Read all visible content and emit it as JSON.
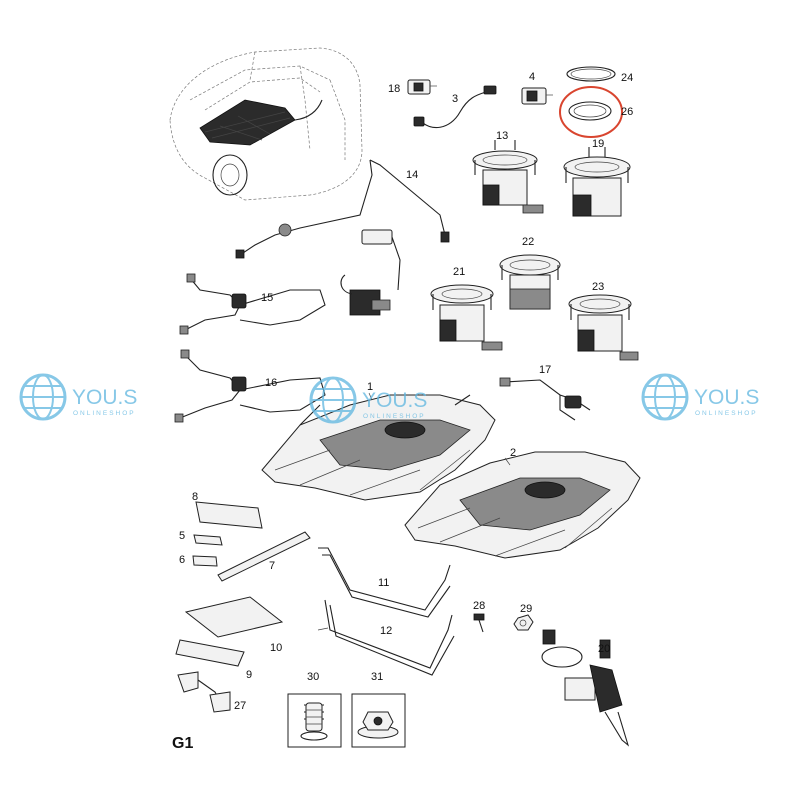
{
  "diagram": {
    "group_code": "G1",
    "part_labels": {
      "p1": "1",
      "p2": "2",
      "p3": "3",
      "p4": "4",
      "p5": "5",
      "p6": "6",
      "p7": "7",
      "p8": "8",
      "p9": "9",
      "p10": "10",
      "p11": "11",
      "p12": "12",
      "p13": "13",
      "p14": "14",
      "p15": "15",
      "p16": "16",
      "p17": "17",
      "p18": "18",
      "p19": "19",
      "p20": "20",
      "p21": "21",
      "p22": "22",
      "p23": "23",
      "p24": "24",
      "p26": "26",
      "p27": "27",
      "p28": "28",
      "p29": "29",
      "p30": "30",
      "p31": "31"
    },
    "highlighted_part": "26",
    "highlight_color": "#d9452f"
  },
  "watermark": {
    "brand": "YOU.S",
    "subtitle": "ONLINESHOP",
    "color": "#5fb6e0",
    "icon": "globe-logo-icon"
  }
}
